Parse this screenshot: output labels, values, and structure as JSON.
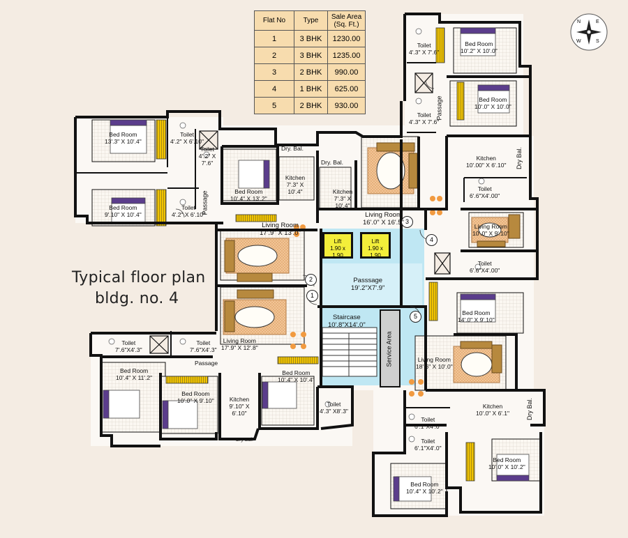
{
  "title": {
    "line1": "Typical floor plan",
    "line2": "bldg. no. 4"
  },
  "area_table": {
    "headers": [
      "Flat No",
      "Type",
      "Sale Area (Sq. Ft.)"
    ],
    "rows": [
      [
        "1",
        "3 BHK",
        "1230.00"
      ],
      [
        "2",
        "3 BHK",
        "1235.00"
      ],
      [
        "3",
        "2 BHK",
        "990.00"
      ],
      [
        "4",
        "1 BHK",
        "625.00"
      ],
      [
        "5",
        "2 BHK",
        "930.00"
      ]
    ]
  },
  "compass": {
    "n": "N",
    "s": "S",
    "e": "E",
    "w": "W"
  },
  "lifts": [
    {
      "name": "Lift",
      "dims": "1.90 x 1.90"
    },
    {
      "name": "Lift",
      "dims": "1.90 x 1.90"
    }
  ],
  "flat_markers": [
    "1",
    "2",
    "3",
    "4",
    "5"
  ],
  "rooms": [
    {
      "name": "Bed Room",
      "dims": "13'.3\" X 10'.4\""
    },
    {
      "name": "Toilet",
      "dims": "4'.2\" X 6'.10\""
    },
    {
      "name": "Toilet",
      "dims": "4'.2\" X 7'.6\""
    },
    {
      "name": "Bed Room",
      "dims": "9'.10\" X 10'.4\""
    },
    {
      "name": "Toilet",
      "dims": "4'.2\" X 6'.10\""
    },
    {
      "name": "Bed Room",
      "dims": "10'.4\" X 13'.2\""
    },
    {
      "name": "Dry. Bal.",
      "dims": ""
    },
    {
      "name": "Kitchen",
      "dims": "7'.3\" X 10'.4\""
    },
    {
      "name": "Dry. Bal.",
      "dims": ""
    },
    {
      "name": "Kitchen",
      "dims": "7'.3\" X 10'.4\""
    },
    {
      "name": "Living Room",
      "dims": "17'.9\" X 13'.0\""
    },
    {
      "name": "Living Room",
      "dims": "16'.0\" X 16'.5\""
    },
    {
      "name": "Toilet",
      "dims": "4'.3\" X 7'.6\""
    },
    {
      "name": "Toilet",
      "dims": "4'.3\" X 7'.6\""
    },
    {
      "name": "Bed Room",
      "dims": "10'.2\" X 10'.0\""
    },
    {
      "name": "Bed Room",
      "dims": "10'.0\" X 10'.0\""
    },
    {
      "name": "Kitchen",
      "dims": "10'.00\" X 6'.10\""
    },
    {
      "name": "Toilet",
      "dims": "6'.6\"X4'.00\""
    },
    {
      "name": "Living Room",
      "dims": "10'.0\" X 9'.10\""
    },
    {
      "name": "Toilet",
      "dims": "6'.6\"X4'.00\""
    },
    {
      "name": "Bed Room",
      "dims": "14'.0\" X 9'.10\""
    },
    {
      "name": "Passsage",
      "dims": "19'.2\"X7'.9\""
    },
    {
      "name": "Staircase",
      "dims": "10'.8\"X14'.0\""
    },
    {
      "name": "Living Room",
      "dims": "17'.9\" X 12'.8\""
    },
    {
      "name": "Toilet",
      "dims": "7'.6\"X4'.3\""
    },
    {
      "name": "Toilet",
      "dims": "7'.6\"X4'.3\""
    },
    {
      "name": "Bed Room",
      "dims": "10'.4\" X 11'.2\""
    },
    {
      "name": "Bed Room",
      "dims": "10'.0\" X 9'.10\""
    },
    {
      "name": "Kitchen",
      "dims": "9'.10\" X 6'.10\""
    },
    {
      "name": "Bed Room",
      "dims": "10'.4\" X 10'.4\""
    },
    {
      "name": "Toilet",
      "dims": "4'.3\" X8'.3\""
    },
    {
      "name": "Living Room",
      "dims": "18'.6\" X 10'.0\""
    },
    {
      "name": "Kitchen",
      "dims": "10'.0\" X 6'.1\""
    },
    {
      "name": "Toilet",
      "dims": "6'.1\"X4'.0\""
    },
    {
      "name": "Toilet",
      "dims": "6'.1\"X4'.0\""
    },
    {
      "name": "Bed Room",
      "dims": "10'.0\" X 10'.2\""
    },
    {
      "name": "Bed Room",
      "dims": "10'.4\" X 10'.2\""
    }
  ],
  "vertical_labels": [
    "Passage",
    "Passage",
    "Service Area",
    "Dry Bal.",
    "Dry Bal."
  ],
  "passage_labels": [
    "Passage"
  ],
  "small_labels": [
    "Dry Bal."
  ],
  "colors": {
    "background": "#f4ece3",
    "wall": "#111111",
    "floor": "#fbf8f4",
    "core": "#bfe7f3",
    "carpet": "#f3c79a",
    "sofa": "#b7893e",
    "bed_purple": "#5b3d8c",
    "cabinet": "#f1c400",
    "lift": "#f3ee3a",
    "table": "#f7dcae"
  }
}
